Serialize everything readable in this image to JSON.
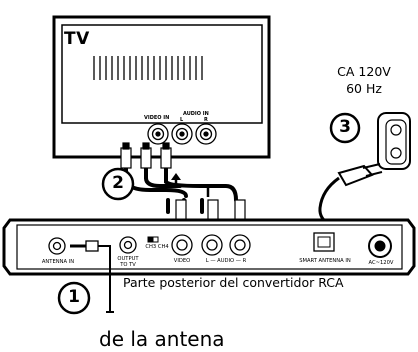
{
  "tv": {
    "label": "TV",
    "video_in": "VIDEO IN",
    "audio_in": "AUDIO IN",
    "left": "L",
    "right": "R"
  },
  "power": {
    "line1": "CA 120V",
    "line2": "60 Hz"
  },
  "steps": [
    "1",
    "2",
    "3"
  ],
  "panel": {
    "antenna_in": "ANTENNA IN",
    "output_to_tv_1": "OUTPUT",
    "output_to_tv_2": "TO TV",
    "ch3_ch4": "CH3 CH4",
    "video": "VIDEO",
    "audio": "L — AUDIO — R",
    "smart_antenna_in": "SMART ANTENNA IN",
    "ac": "AC~120V"
  },
  "caption": "Parte posterior del convertidor RCA",
  "bottom_text": "de la antena"
}
